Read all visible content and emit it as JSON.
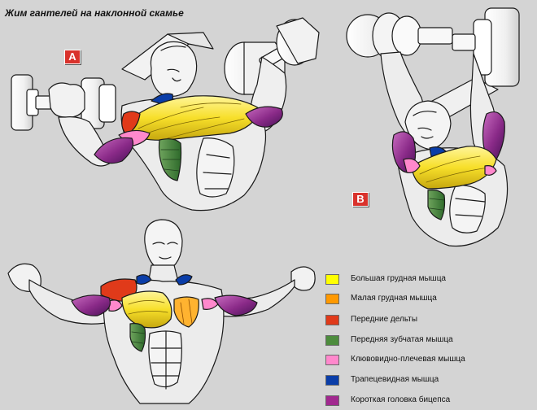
{
  "title": "Жим гантелей на наклонной скамье",
  "badges": {
    "a": "A",
    "b": "B"
  },
  "colors": {
    "background": "#d4d4d4",
    "badge": "#d9322c",
    "line": "#1a1a1a",
    "skin": "#ececec"
  },
  "legend": [
    {
      "label": "Большая грудная мышца",
      "color": "#ffff00"
    },
    {
      "label": "Малая грудная мышца",
      "color": "#ff9900"
    },
    {
      "label": "Передние дельты",
      "color": "#e03a1a"
    },
    {
      "label": "Передняя зубчатая мышца",
      "color": "#4d8c3d"
    },
    {
      "label": "Клювовидно-плечевая мышца",
      "color": "#ff88cc"
    },
    {
      "label": "Трапецевидная мышца",
      "color": "#0a3da8"
    },
    {
      "label": "Короткая головка бицепса",
      "color": "#a1288f"
    }
  ],
  "figures": [
    {
      "name": "figure-a",
      "icon": "incline-press-side-view"
    },
    {
      "name": "figure-b",
      "icon": "incline-press-top-position"
    },
    {
      "name": "figure-c",
      "icon": "front-torso-arms-spread"
    }
  ]
}
